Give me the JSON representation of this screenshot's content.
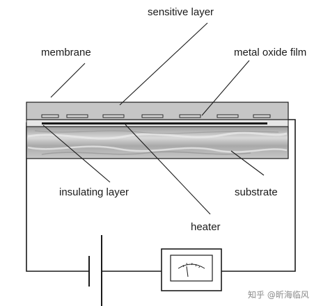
{
  "labels": {
    "sensitive_layer": "sensitive layer",
    "membrane": "membrane",
    "metal_oxide_film": "metal oxide film",
    "insulating_layer": "insulating layer",
    "substrate": "substrate",
    "heater": "heater"
  },
  "watermark": {
    "text": "知乎 @昕海临风"
  },
  "colors": {
    "membrane": "#c6c6c6",
    "insulating_layer": "#e6e6e6",
    "substrate": "#b4b4b4",
    "outline": "#1a1a1a"
  },
  "icons": {
    "meter": "analog-meter-icon",
    "battery": "battery-icon"
  }
}
